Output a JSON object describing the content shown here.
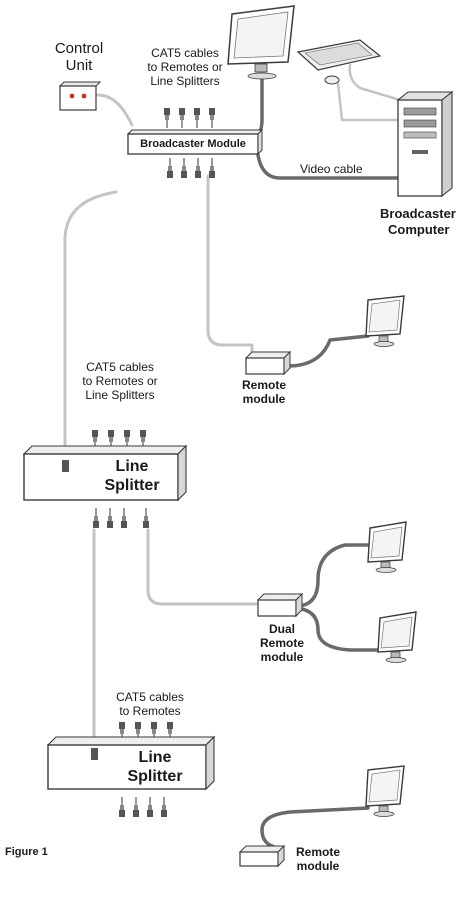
{
  "labels": {
    "control_unit": [
      "Control",
      "Unit"
    ],
    "cat5_top": [
      "CAT5 cables",
      "to Remotes or",
      "Line Splitters"
    ],
    "broadcaster_module": "Broadcaster Module",
    "video_cable": "Video cable",
    "broadcaster_computer": [
      "Broadcaster",
      "Computer"
    ],
    "remote_module_1": [
      "Remote",
      "module"
    ],
    "cat5_mid": [
      "CAT5 cables",
      "to Remotes or",
      "Line Splitters"
    ],
    "line_splitter_1": [
      "Line",
      "Splitter"
    ],
    "dual_remote_module": [
      "Dual",
      "Remote",
      "module"
    ],
    "cat5_bottom": [
      "CAT5 cables",
      "to Remotes"
    ],
    "line_splitter_2": [
      "Line",
      "Splitter"
    ],
    "remote_module_2": [
      "Remote",
      "module"
    ],
    "figure": "Figure 1"
  },
  "icons": {
    "monitor": "monitor-icon",
    "keyboard": "keyboard-icon",
    "mouse": "mouse-icon",
    "computer_tower": "computer-tower-icon",
    "control_unit": "control-unit-icon",
    "cat5_connector": "cat5-connector-icon"
  },
  "colors": {
    "cable_dark": "#6e6e6e",
    "cable_light": "#bdbdbd",
    "outline": "#3a3a3a",
    "fill": "#ffffff",
    "control_dot": "#c0392b"
  }
}
